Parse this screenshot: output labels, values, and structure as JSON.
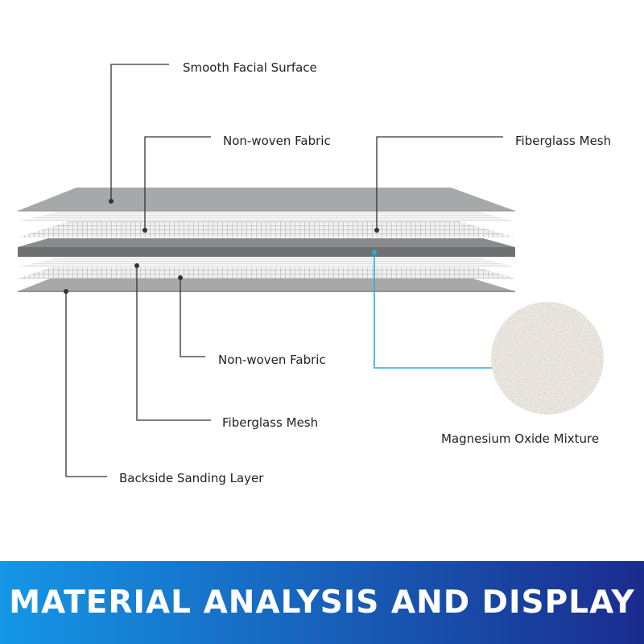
{
  "labels": {
    "smooth_facial_surface": "Smooth Facial Surface",
    "nonwoven_top": "Non-woven Fabric",
    "fiberglass_top": "Fiberglass Mesh",
    "nonwoven_bottom": "Non-woven Fabric",
    "fiberglass_bottom": "Fiberglass Mesh",
    "backside_sanding": "Backside Sanding Layer",
    "magnesium_oxide": "Magnesium Oxide Mixture"
  },
  "banner": {
    "title": "MATERIAL ANALYSIS AND DISPLAY"
  },
  "colors": {
    "layer_gray": "#a7a8aa",
    "core_gray": "#6f7072",
    "leader_line": "#333333",
    "accent_leader": "#29abe2",
    "banner_start": "#1596e6",
    "banner_end": "#1a2c8e"
  }
}
